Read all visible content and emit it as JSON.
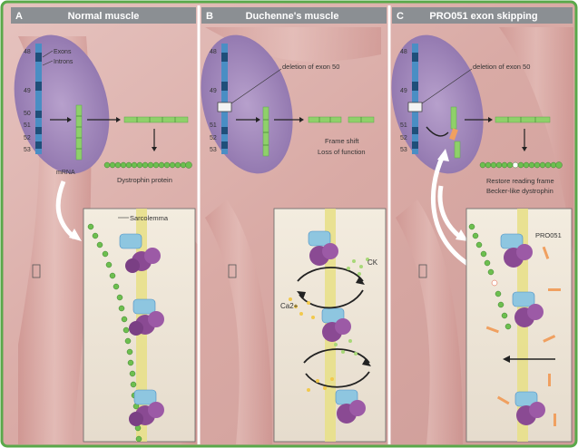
{
  "panels": [
    {
      "letter": "A",
      "title": "Normal muscle"
    },
    {
      "letter": "B",
      "title": "Duchenne's muscle"
    },
    {
      "letter": "C",
      "title": "PRO051 exon skipping"
    }
  ],
  "exon_numbers": [
    "48",
    "49",
    "50",
    "51",
    "52",
    "53"
  ],
  "labels": {
    "exons": "Exons",
    "introns": "Introns",
    "mrna": "mRNA",
    "dystrophin_protein": "Dystrophin protein",
    "sarcolemma": "Sarcolemma",
    "deletion_b": "deletion of exon 50",
    "frame_shift": "Frame shift",
    "loss_of_function": "Loss of function",
    "ck": "CK",
    "ca": "Ca2+",
    "deletion_c": "deletion of exon 50",
    "restore_frame": "Restore reading frame",
    "becker_like": "Becker-like dystrophin",
    "pro051": "PRO051"
  },
  "colors": {
    "frame_green": "#5aa84a",
    "title_bar": "#8b8f93",
    "muscle_pink": "#d9a7a2",
    "nucleus_purple": "#9d84b8",
    "exon_blue": "#4a8ec4",
    "exon_green": "#8fd06a",
    "dystrophin_green": "#6dbf4f",
    "membrane_yellow": "#e8e08a",
    "protein_purple": "#8a4a93",
    "protein_blue": "#8ec6e0",
    "oligo_orange": "#f0a060"
  }
}
